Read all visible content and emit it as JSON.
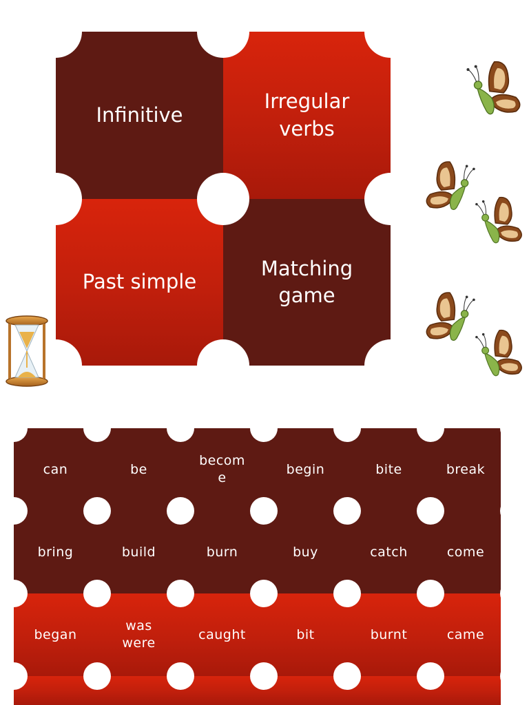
{
  "menu": {
    "infinitive_label": "Infinitive",
    "irregular_label": "Irregular\nverbs",
    "past_simple_label": "Past simple",
    "matching_label": "Matching\ngame"
  },
  "cards": {
    "rows": [
      [
        "can",
        "be",
        "becom\ne",
        "begin",
        "bite",
        "break"
      ],
      [
        "bring",
        "build",
        "burn",
        "buy",
        "catch",
        "come"
      ],
      [
        "began",
        "was\nwere",
        "caught",
        "bit",
        "burnt",
        "came"
      ],
      [
        "",
        "",
        "",
        "",
        "",
        ""
      ]
    ],
    "row_styles": [
      "dark",
      "dark",
      "red",
      "red"
    ]
  },
  "icons": {
    "timer": "hourglass-icon",
    "decor": "butterfly-icon"
  },
  "colors": {
    "dark_tile": "#5e1a13",
    "red_tile": "#c01f0c",
    "background": "#ffffff"
  }
}
